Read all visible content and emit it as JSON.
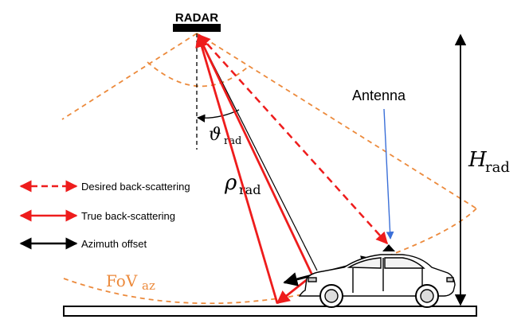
{
  "radar_label": "RADAR",
  "antenna_label": "Antenna",
  "angle_label": {
    "symbol": "ϑ",
    "subscript": "rad"
  },
  "range_label": {
    "symbol": "ρ",
    "subscript": "rad"
  },
  "height_label": {
    "symbol": "H",
    "subscript": "rad"
  },
  "fov_label": {
    "symbol": "FoV",
    "subscript": "az"
  },
  "legend": [
    {
      "key": "desired",
      "label": "Desired back-scattering",
      "color": "#ee1c1c",
      "style": "dashed"
    },
    {
      "key": "true",
      "label": "True back-scattering",
      "color": "#ee1c1c",
      "style": "solid"
    },
    {
      "key": "azimuth",
      "label": "Azimuth offset",
      "color": "#000000",
      "style": "solid"
    }
  ],
  "colors": {
    "red": "#ee1c1c",
    "orange": "#ec8a3c",
    "blue": "#3a6fd8",
    "black": "#000000"
  },
  "icons": [
    "car-icon",
    "antenna-arrow-icon"
  ]
}
